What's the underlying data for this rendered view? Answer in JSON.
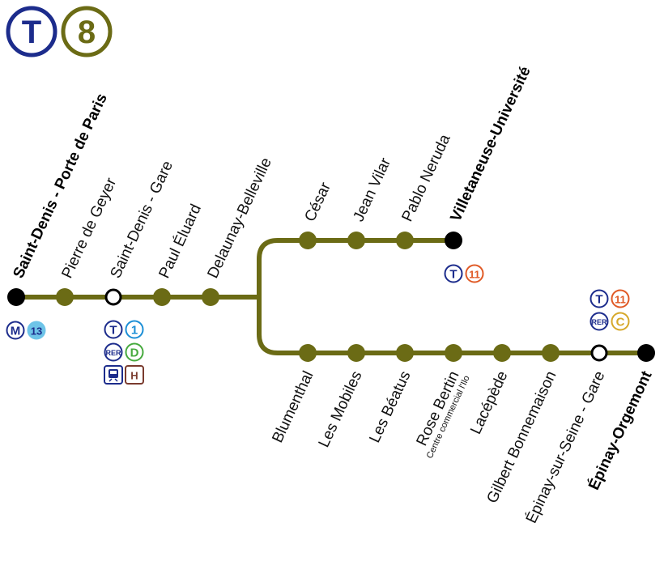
{
  "colors": {
    "line": "#6b6b15",
    "stop": "#6b6b15",
    "terminus": "#000000",
    "interchange_fill": "#ffffff",
    "tram_blue": "#1c2c8c",
    "metro_13": "#6ec4e8",
    "rer_d": "#47aa3e",
    "rer_c": "#d6a82a",
    "tram_11": "#e05a26",
    "tram_1": "#1d8fd6",
    "bus_blue": "#1c2c8c",
    "hospital_brown": "#7a3b2e"
  },
  "header": {
    "mode_badge": {
      "text": "T",
      "icon": "tram-mode-icon"
    },
    "line_badge": {
      "text": "8",
      "icon": "line-8-icon"
    }
  },
  "trunk": {
    "stations": [
      {
        "name": "Saint-Denis - Porte de Paris",
        "kind": "terminus",
        "bold": true
      },
      {
        "name": "Pierre de Geyer",
        "kind": "stop"
      },
      {
        "name": "Saint-Denis - Gare",
        "kind": "interchange"
      },
      {
        "name": "Paul Éluard",
        "kind": "stop"
      },
      {
        "name": "Delaunay-Belleville",
        "kind": "stop"
      }
    ]
  },
  "branch_north": {
    "stations": [
      {
        "name": "César",
        "kind": "stop"
      },
      {
        "name": "Jean Vilar",
        "kind": "stop"
      },
      {
        "name": "Pablo Neruda",
        "kind": "stop"
      },
      {
        "name": "Villetaneuse-Université",
        "kind": "terminus",
        "bold": true
      }
    ]
  },
  "branch_south": {
    "stations": [
      {
        "name": "Blumenthal",
        "kind": "stop"
      },
      {
        "name": "Les Mobiles",
        "kind": "stop"
      },
      {
        "name": "Les Béatus",
        "kind": "stop"
      },
      {
        "name": "Rose Bertin",
        "subtitle": "Centre commercial l'Ilo",
        "kind": "stop"
      },
      {
        "name": "Lacépède",
        "kind": "stop"
      },
      {
        "name": "Gilbert Bonnemaison",
        "kind": "stop"
      },
      {
        "name": "Épinay-sur-Seine - Gare",
        "kind": "interchange"
      },
      {
        "name": "Épinay-Orgemont",
        "kind": "terminus",
        "bold": true
      }
    ]
  },
  "correspondences": {
    "porte_de_paris": [
      {
        "icon": "metro-icon",
        "text": "M"
      },
      {
        "icon": "metro-13-icon",
        "text": "13"
      }
    ],
    "saint_denis_gare": [
      {
        "icon": "tram-icon",
        "text": "T"
      },
      {
        "icon": "tram-1-icon",
        "text": "1"
      },
      {
        "icon": "rer-icon",
        "text": "RER"
      },
      {
        "icon": "rer-d-icon",
        "text": "D"
      },
      {
        "icon": "train-icon",
        "text": ""
      },
      {
        "icon": "hospital-icon",
        "text": "H"
      }
    ],
    "villetaneuse": [
      {
        "icon": "tram-icon",
        "text": "T"
      },
      {
        "icon": "tram-11-icon",
        "text": "11"
      }
    ],
    "epinay_gare": [
      {
        "icon": "tram-icon",
        "text": "T"
      },
      {
        "icon": "tram-11-icon",
        "text": "11"
      },
      {
        "icon": "rer-icon",
        "text": "RER"
      },
      {
        "icon": "rer-c-icon",
        "text": "C"
      }
    ]
  }
}
